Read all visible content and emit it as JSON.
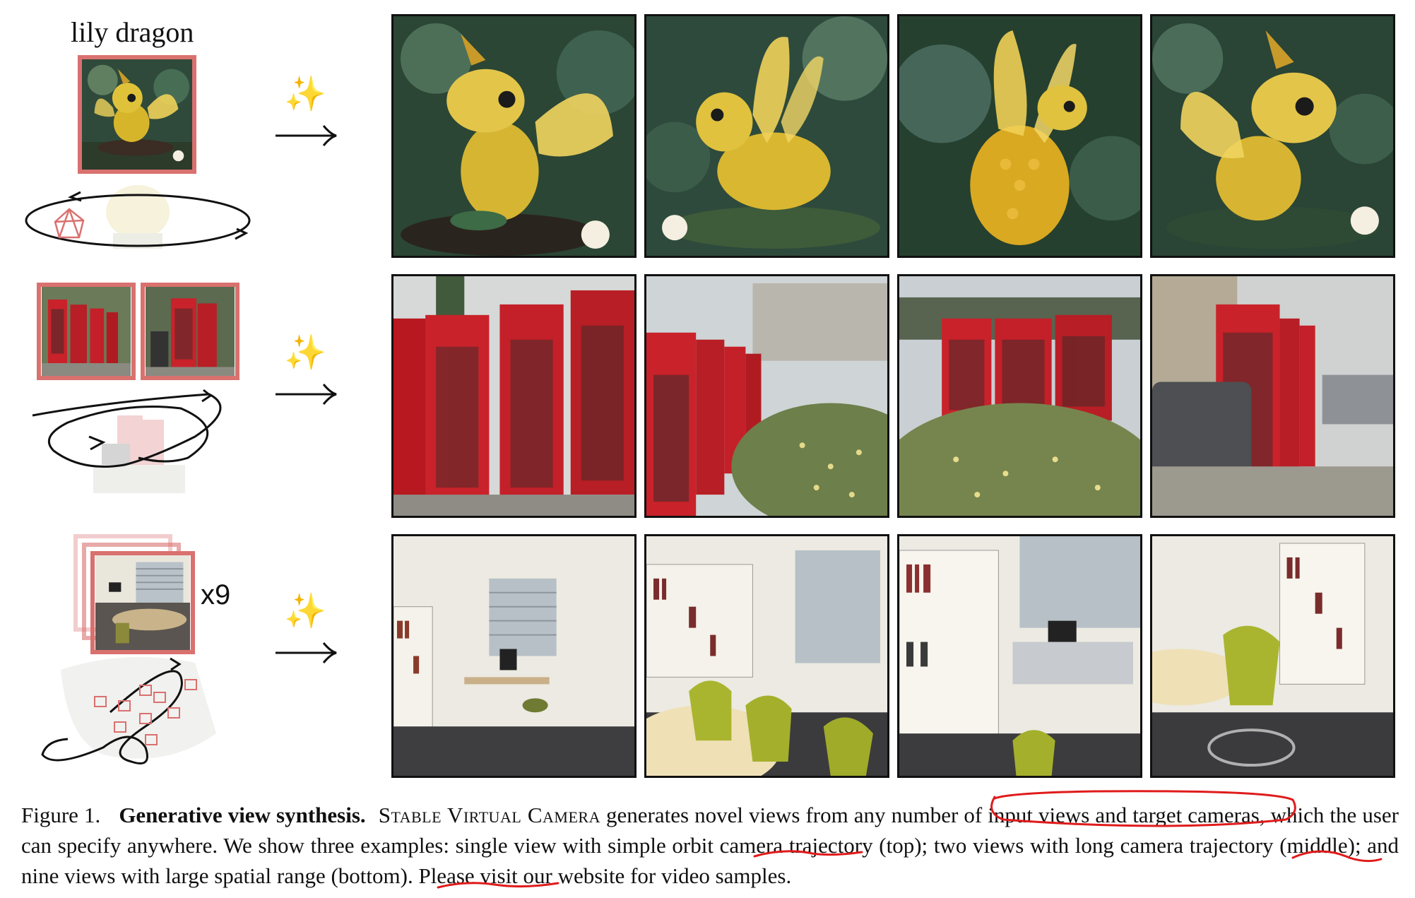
{
  "input_column": {
    "row1_label": "lily dragon",
    "row3_count": "x9"
  },
  "sparkle_glyph": "✨",
  "rows": [
    {
      "name": "dragon",
      "frames": [
        "dragon-view-1",
        "dragon-view-2",
        "dragon-view-3",
        "dragon-view-4"
      ]
    },
    {
      "name": "phone-booths",
      "frames": [
        "booth-view-1",
        "booth-view-2",
        "booth-view-3",
        "booth-view-4"
      ]
    },
    {
      "name": "office",
      "frames": [
        "office-view-1",
        "office-view-2",
        "office-view-3",
        "office-view-4"
      ]
    }
  ],
  "caption": {
    "figure_label": "Figure 1.",
    "title": "Generative view synthesis.",
    "method_name": "Stable Virtual Camera",
    "text": "generates novel views from any number of input views and target cameras, which the user can specify anywhere. We show three examples: single view with simple orbit camera trajectory (top); two views with long camera trajectory (middle); and nine views with large spatial range (bottom). Please visit our website for video samples."
  },
  "colors": {
    "accent_border": "#d9716f",
    "frame_border": "#111111",
    "annotation_red": "#e01b1b"
  }
}
